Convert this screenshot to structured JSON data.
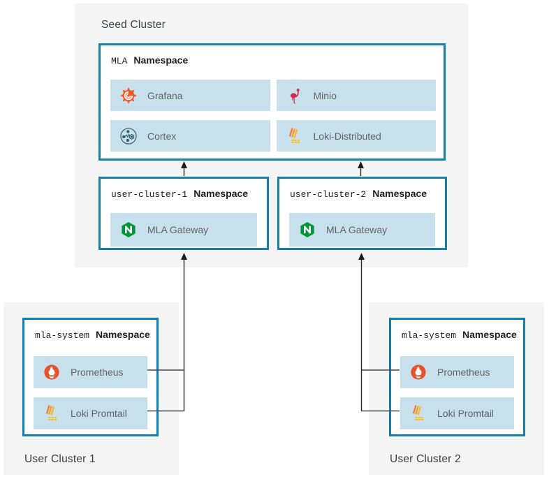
{
  "colors": {
    "cluster_background": "#f4f4f5",
    "namespace_border": "#1182af",
    "service_row_background": "#c8e0ec",
    "cluster_label_text": "#3a3f42",
    "service_label_text": "#5f6368",
    "arrow": "#2b2b2b",
    "grafana_orange": "#f05a28",
    "minio_pink": "#c9304f",
    "cortex_teal": "#2b5c6d",
    "loki_orange": "#ef7b2e",
    "loki_yellow": "#f8c12c",
    "nginx_green": "#009639",
    "prometheus_red": "#e6522c"
  },
  "seed_cluster": {
    "label": "Seed Cluster",
    "mla_namespace": {
      "name": "MLA",
      "type_label": "Namespace",
      "services": [
        {
          "name": "Grafana",
          "icon": "grafana-icon"
        },
        {
          "name": "Minio",
          "icon": "minio-icon"
        },
        {
          "name": "Cortex",
          "icon": "cortex-icon"
        },
        {
          "name": "Loki-Distributed",
          "icon": "loki-icon"
        }
      ]
    },
    "user_cluster_namespaces": [
      {
        "name": "user-cluster-1",
        "type_label": "Namespace",
        "services": [
          {
            "name": "MLA Gateway",
            "icon": "nginx-icon"
          }
        ]
      },
      {
        "name": "user-cluster-2",
        "type_label": "Namespace",
        "services": [
          {
            "name": "MLA Gateway",
            "icon": "nginx-icon"
          }
        ]
      }
    ]
  },
  "user_clusters": [
    {
      "label": "User Cluster 1",
      "namespace": {
        "name": "mla-system",
        "type_label": "Namespace",
        "services": [
          {
            "name": "Prometheus",
            "icon": "prometheus-icon"
          },
          {
            "name": "Loki Promtail",
            "icon": "loki-icon"
          }
        ]
      }
    },
    {
      "label": "User Cluster 2",
      "namespace": {
        "name": "mla-system",
        "type_label": "Namespace",
        "services": [
          {
            "name": "Prometheus",
            "icon": "prometheus-icon"
          },
          {
            "name": "Loki Promtail",
            "icon": "loki-icon"
          }
        ]
      }
    }
  ]
}
